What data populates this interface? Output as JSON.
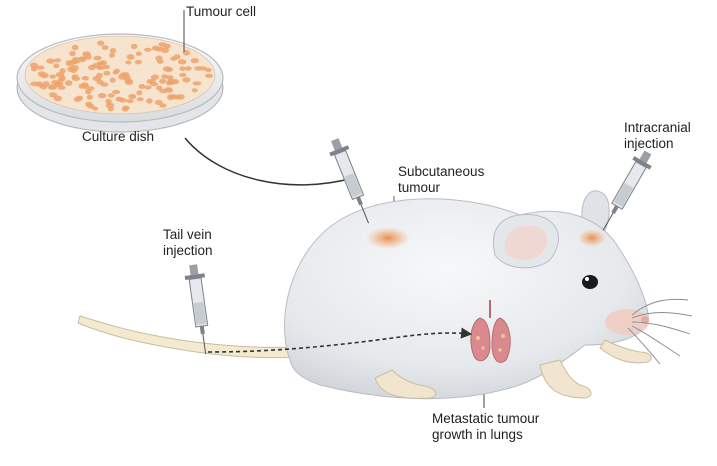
{
  "labels": {
    "tumour_cell": "Tumour cell",
    "culture_dish": "Culture dish",
    "subcutaneous": [
      "Subcutaneous",
      "tumour"
    ],
    "intracranial": [
      "Intracranial",
      "injection"
    ],
    "tail_vein": [
      "Tail vein",
      "injection"
    ],
    "metastatic": [
      "Metastatic tumour",
      "growth in lungs"
    ]
  },
  "colors": {
    "mouse_body": "#e9ecef",
    "mouse_shadow": "#c9cdd2",
    "mouse_pink": "#f2c9bf",
    "tail": "#f4ead2",
    "tumour": "#f0a46a",
    "cell": "#eda36c",
    "dish_fill": "#f7e4cf",
    "lungs": "#d98a8e",
    "arrow": "#333333"
  },
  "icons": [
    "syringe-icon",
    "petri-dish-icon",
    "mouse-illustration",
    "lungs-icon"
  ]
}
